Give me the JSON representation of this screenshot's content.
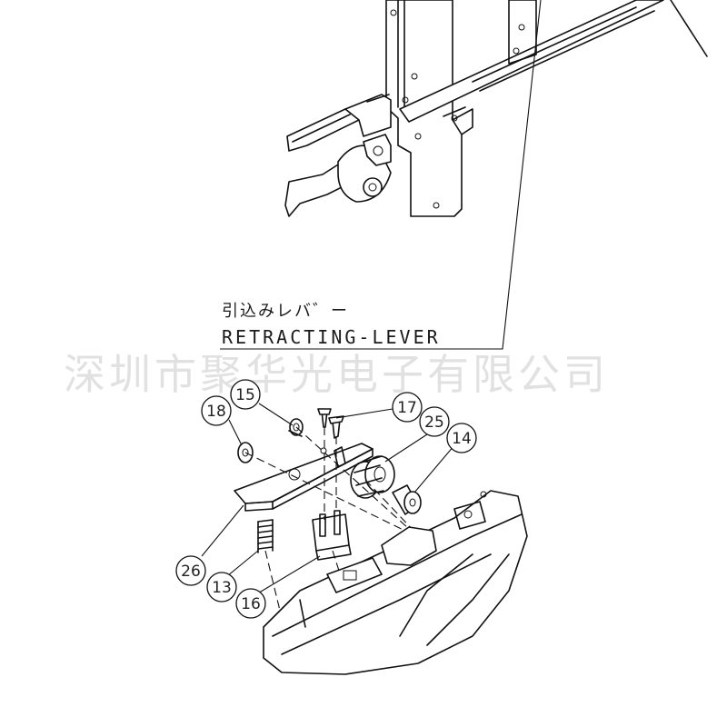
{
  "labels": {
    "lever_jp": "引込みレバ゛ー",
    "lever_en": "RETRACTING-LEVER"
  },
  "watermark": "深圳市聚华光电子有限公司",
  "callouts": [
    "15",
    "18",
    "17",
    "25",
    "14",
    "26",
    "13",
    "16"
  ]
}
